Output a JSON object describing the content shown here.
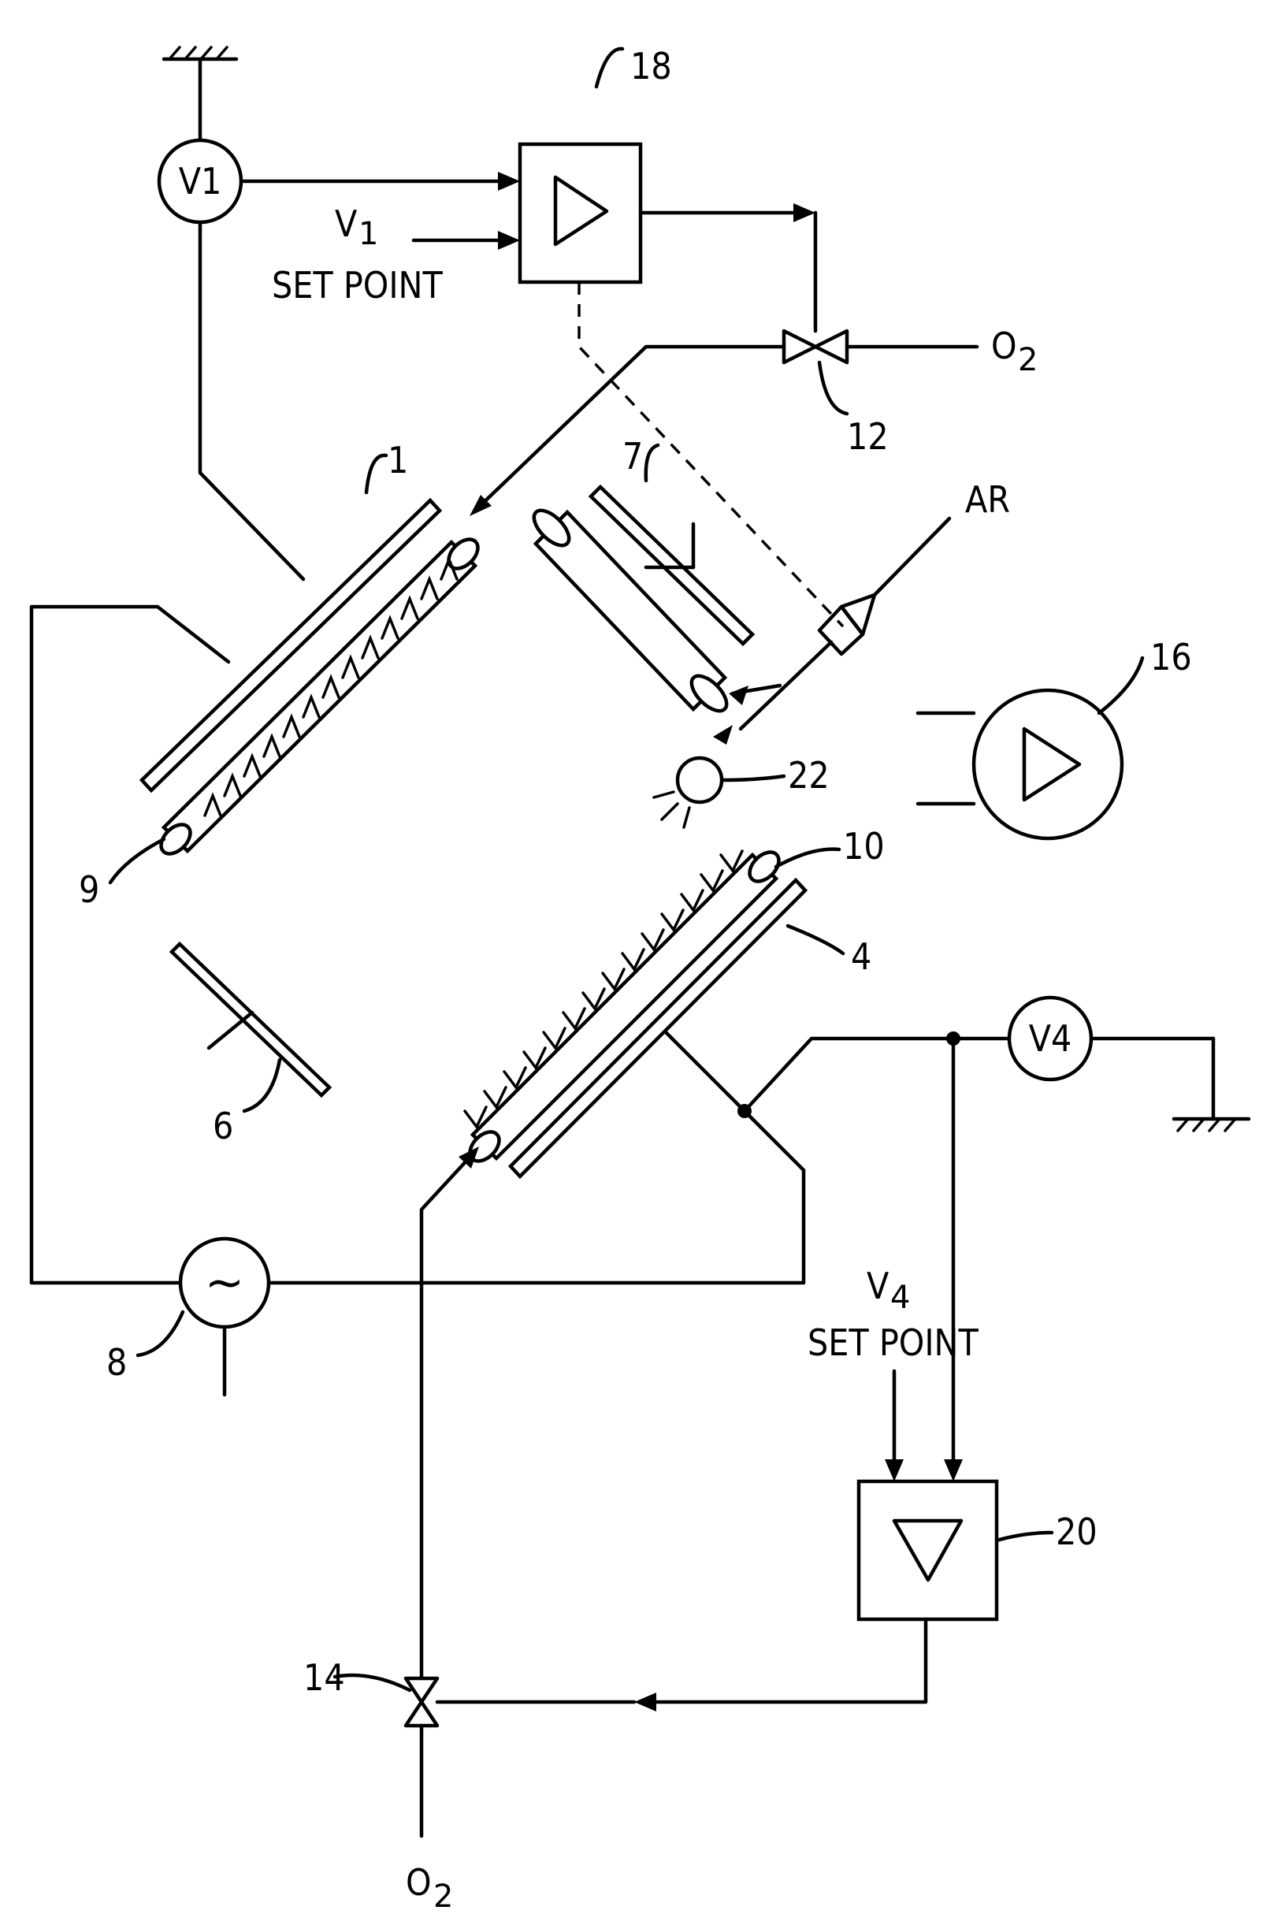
{
  "labels": {
    "n1": "1",
    "n4": "4",
    "n6": "6",
    "n7": "7",
    "n8": "8",
    "n9": "9",
    "n10": "10",
    "n12": "12",
    "n14": "14",
    "n16": "16",
    "n18": "18",
    "n20": "20",
    "n22": "22"
  },
  "text": {
    "v1_meter": "V1",
    "v4_meter": "V4",
    "v1_setpoint_var": "V",
    "v1_setpoint_sub": "1",
    "v1_setpoint_text": "SET POINT",
    "v4_setpoint_var": "V",
    "v4_setpoint_sub": "4",
    "v4_setpoint_text": "SET POINT",
    "o2_top": "O",
    "o2_top_sub": "2",
    "o2_bottom": "O",
    "o2_bottom_sub": "2",
    "argon": "AR",
    "ac_source_symbol": "~"
  }
}
